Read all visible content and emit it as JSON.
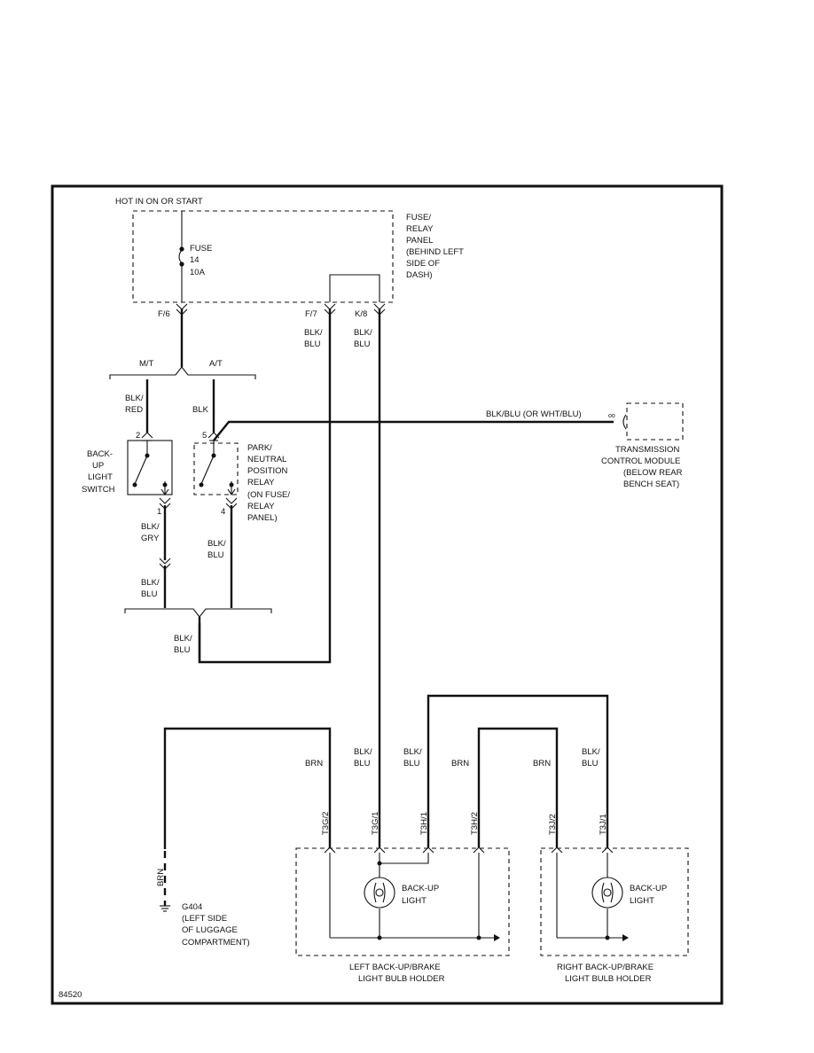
{
  "diagram_id": "84520",
  "power": {
    "hot_label": "HOT IN ON OR START"
  },
  "fuse_panel": {
    "fuse_lines": [
      "FUSE",
      "14",
      "10A"
    ],
    "panel_lines": [
      "FUSE/",
      "RELAY",
      "PANEL",
      "(BEHIND LEFT",
      "SIDE OF",
      "DASH)"
    ],
    "terminals": [
      "F/6",
      "F/7",
      "K/8"
    ]
  },
  "variants": {
    "mt": "M/T",
    "at": "A/T"
  },
  "wires": {
    "blk_blu": [
      "BLK/",
      "BLU"
    ],
    "blk_red": [
      "BLK/",
      "RED"
    ],
    "blk": "BLK",
    "blk_gry": [
      "BLK/",
      "GRY"
    ],
    "brn": "BRN",
    "tcm_wire": "BLK/BLU (OR WHT/BLU)"
  },
  "backup_switch": {
    "lines": [
      "BACK-",
      "UP",
      "LIGHT",
      "SWITCH"
    ],
    "pin_top": "2",
    "pin_bottom": "1"
  },
  "relay": {
    "lines": [
      "PARK/",
      "NEUTRAL",
      "POSITION",
      "RELAY",
      "(ON FUSE/",
      "RELAY",
      "PANEL)"
    ],
    "pin_top": "5",
    "pin_bottom": "4"
  },
  "tcm": {
    "lines": [
      "TRANSMISSION",
      "CONTROL MODULE",
      "(BELOW REAR",
      "BENCH SEAT)"
    ]
  },
  "connectors": [
    "T3G/2",
    "T3G/1",
    "T3H/1",
    "T3H/2",
    "T3J/2",
    "T3J/1"
  ],
  "ground": {
    "id": "G404",
    "lines": [
      "(LEFT SIDE",
      "OF LUGGAGE",
      "COMPARTMENT)"
    ]
  },
  "bulb_label": [
    "BACK-UP",
    "LIGHT"
  ],
  "left_holder": {
    "lines": [
      "LEFT BACK-UP/BRAKE",
      "LIGHT BULB HOLDER"
    ]
  },
  "right_holder": {
    "lines": [
      "RIGHT BACK-UP/BRAKE",
      "LIGHT BULB HOLDER"
    ]
  }
}
